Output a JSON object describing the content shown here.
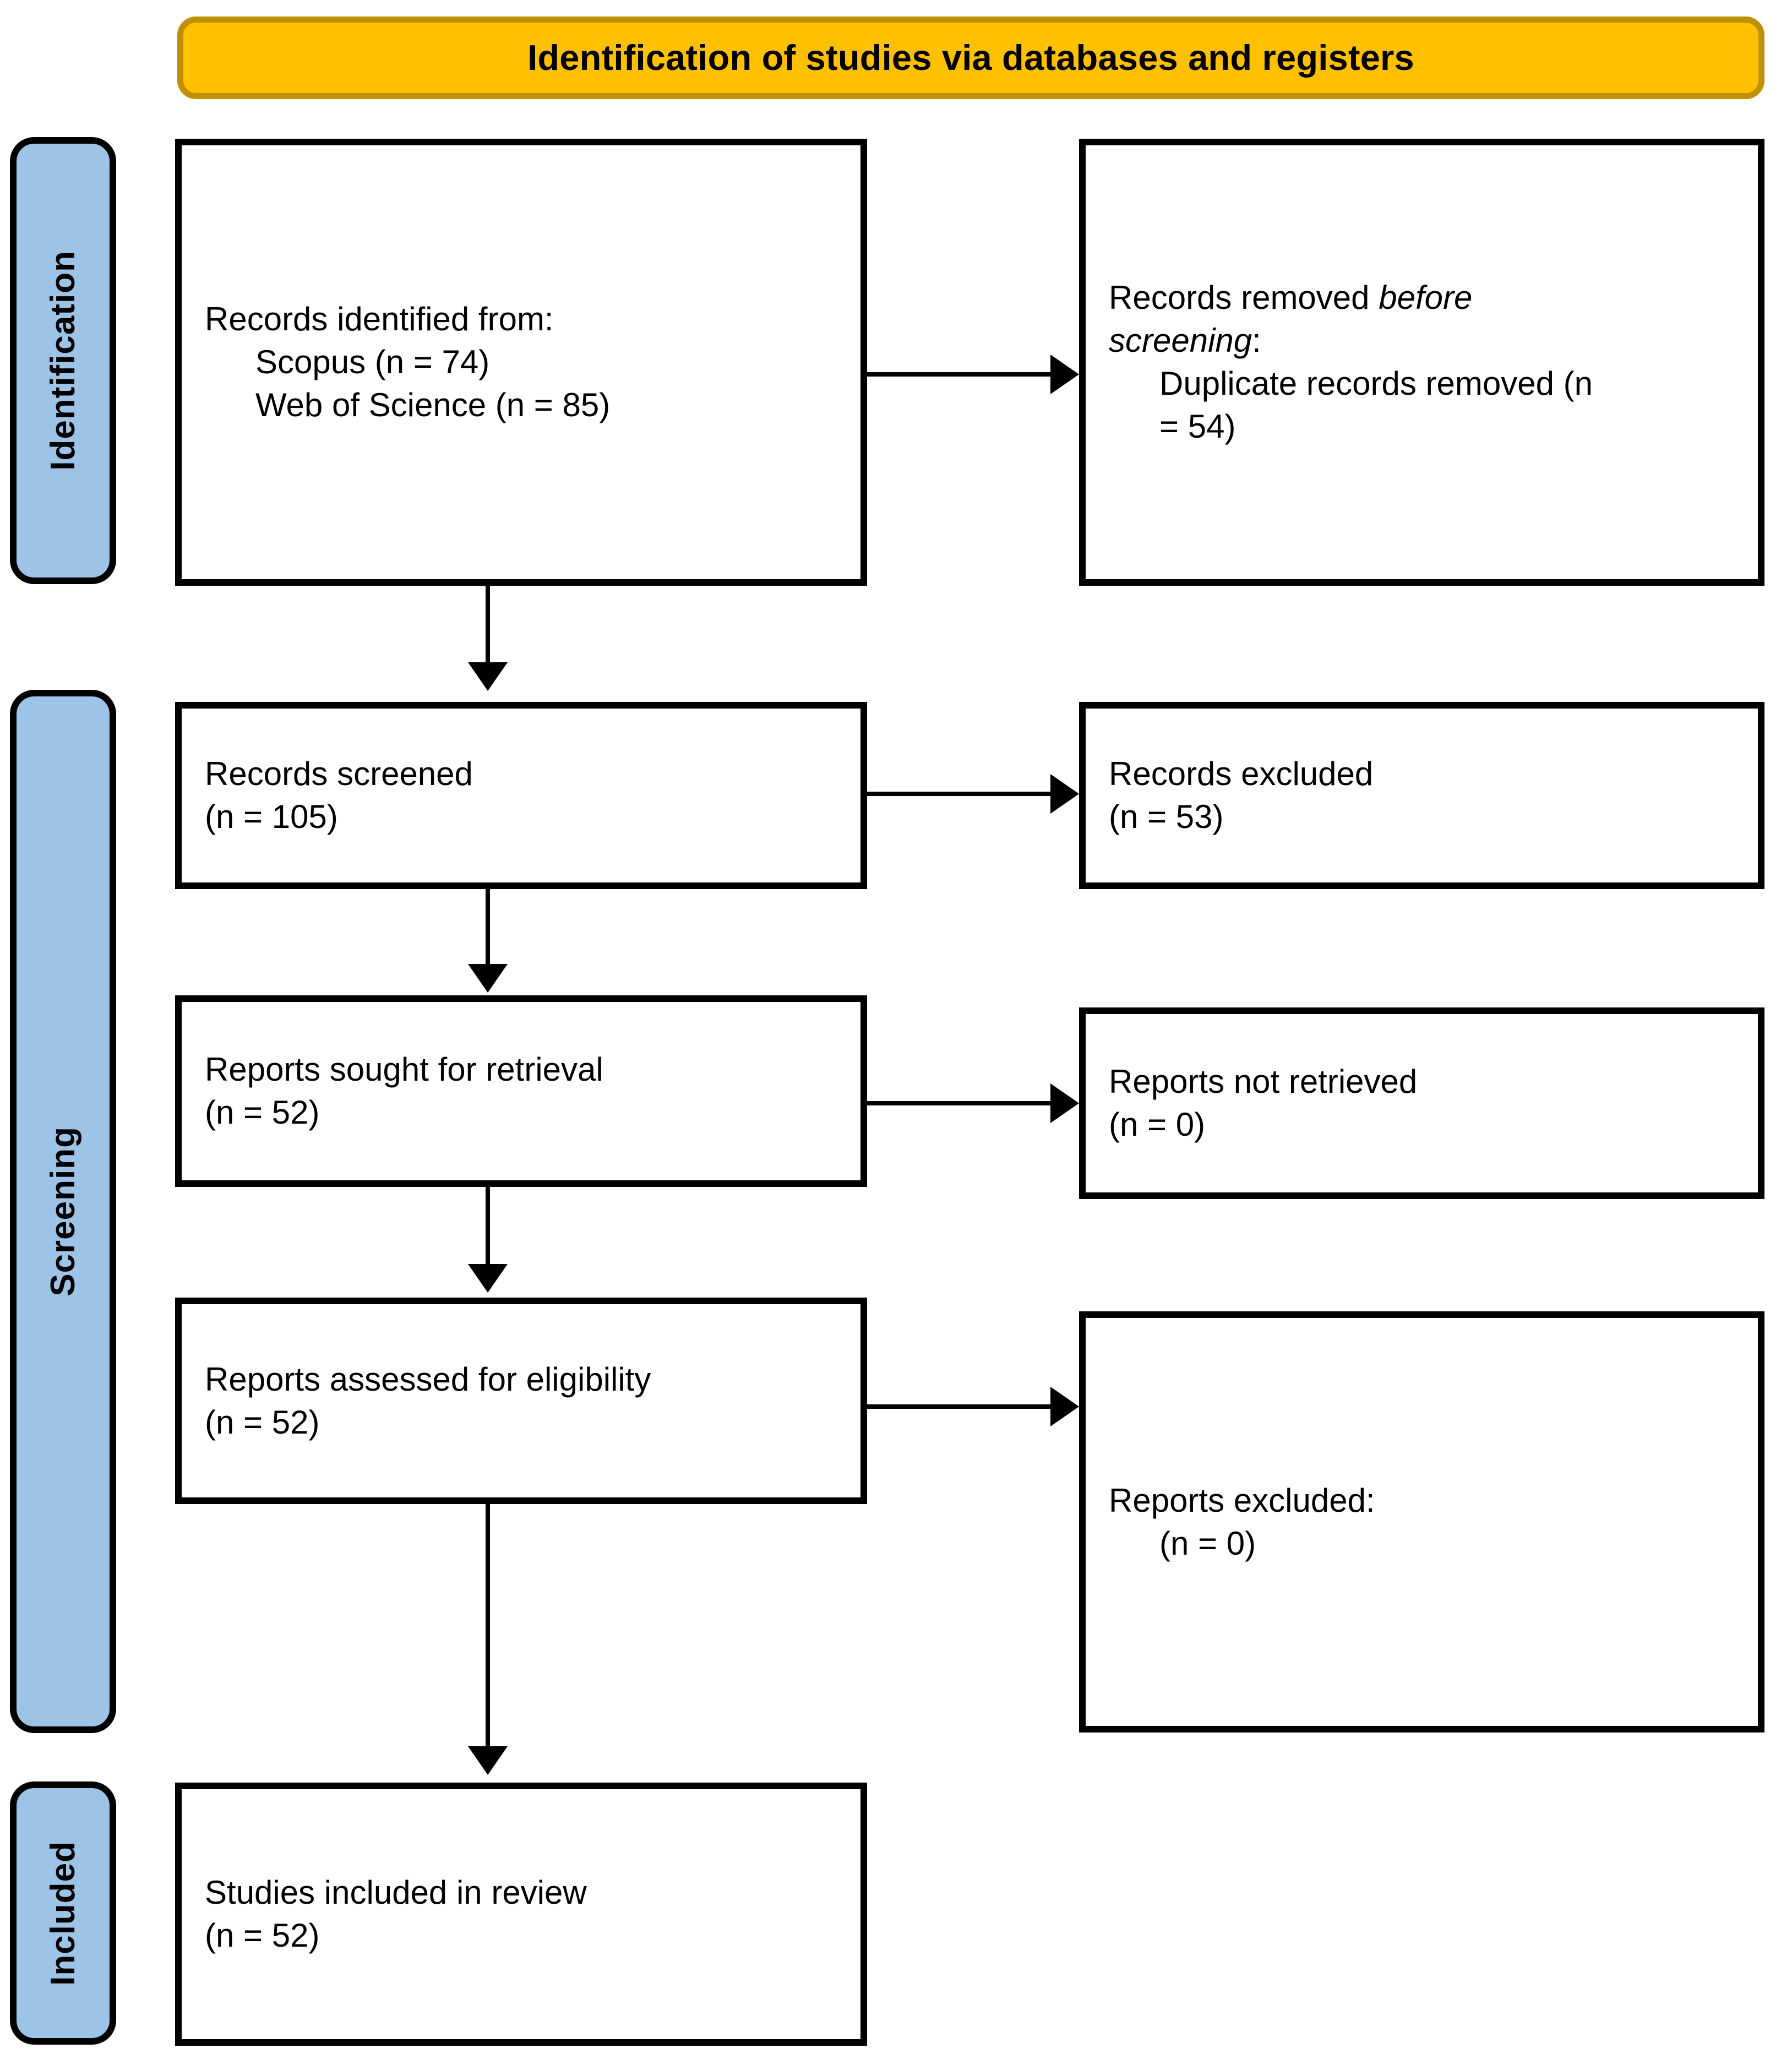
{
  "banner": {
    "title": "Identification of studies via databases and registers"
  },
  "stages": [
    {
      "id": "identification",
      "label": "Identification"
    },
    {
      "id": "screening",
      "label": "Screening"
    },
    {
      "id": "included",
      "label": "Included"
    }
  ],
  "boxes": {
    "identified": {
      "line1": "Records identified from:",
      "line2": "Scopus (n = 74)",
      "line3": "Web of Science (n = 85)"
    },
    "removed": {
      "line1_prefix": "Records removed ",
      "line1_italic": "before",
      "line2_italic": "screening",
      "line2_suffix": ":",
      "line3": "Duplicate records removed (n",
      "line4": "= 54)"
    },
    "screened": {
      "line1": "Records screened",
      "line2": "(n = 105)"
    },
    "excluded_records": {
      "line1": "Records excluded",
      "line2": "(n = 53)"
    },
    "sought": {
      "line1": "Reports sought for retrieval",
      "line2": "(n = 52)"
    },
    "not_retrieved": {
      "line1": "Reports not retrieved",
      "line2": "(n = 0)"
    },
    "assessed": {
      "line1": "Reports assessed for eligibility",
      "line2": "(n = 52)"
    },
    "reports_excluded": {
      "line1": "Reports excluded:",
      "line2": "(n = 0)"
    },
    "included_studies": {
      "line1": "Studies included in review",
      "line2": "(n = 52)"
    }
  },
  "colors": {
    "banner_fill": "#FFC000",
    "banner_border": "#BF9000",
    "stage_fill": "#9DC3E6",
    "box_border": "#000000",
    "box_fill": "#FFFFFF",
    "text": "#000000"
  },
  "chart_data": {
    "type": "diagram",
    "title": "Identification of studies via databases and registers",
    "nodes": [
      {
        "id": "identified",
        "stage": "Identification",
        "column": "left",
        "label": "Records identified from: Scopus (n = 74); Web of Science (n = 85)",
        "values": {
          "Scopus": 74,
          "Web of Science": 85
        }
      },
      {
        "id": "removed",
        "stage": "Identification",
        "column": "right",
        "label": "Records removed before screening: Duplicate records removed (n = 54)",
        "values": {
          "Duplicate records removed": 54
        }
      },
      {
        "id": "screened",
        "stage": "Screening",
        "column": "left",
        "label": "Records screened",
        "n": 105
      },
      {
        "id": "excluded_records",
        "stage": "Screening",
        "column": "right",
        "label": "Records excluded",
        "n": 53
      },
      {
        "id": "sought",
        "stage": "Screening",
        "column": "left",
        "label": "Reports sought for retrieval",
        "n": 52
      },
      {
        "id": "not_retrieved",
        "stage": "Screening",
        "column": "right",
        "label": "Reports not retrieved",
        "n": 0
      },
      {
        "id": "assessed",
        "stage": "Screening",
        "column": "left",
        "label": "Reports assessed for eligibility",
        "n": 52
      },
      {
        "id": "reports_excluded",
        "stage": "Screening",
        "column": "right",
        "label": "Reports excluded:",
        "n": 0
      },
      {
        "id": "included_studies",
        "stage": "Included",
        "column": "left",
        "label": "Studies included in review",
        "n": 52
      }
    ],
    "edges": [
      {
        "from": "identified",
        "to": "removed",
        "direction": "right"
      },
      {
        "from": "identified",
        "to": "screened",
        "direction": "down"
      },
      {
        "from": "screened",
        "to": "excluded_records",
        "direction": "right"
      },
      {
        "from": "screened",
        "to": "sought",
        "direction": "down"
      },
      {
        "from": "sought",
        "to": "not_retrieved",
        "direction": "right"
      },
      {
        "from": "sought",
        "to": "assessed",
        "direction": "down"
      },
      {
        "from": "assessed",
        "to": "reports_excluded",
        "direction": "right"
      },
      {
        "from": "assessed",
        "to": "included_studies",
        "direction": "down"
      }
    ]
  }
}
